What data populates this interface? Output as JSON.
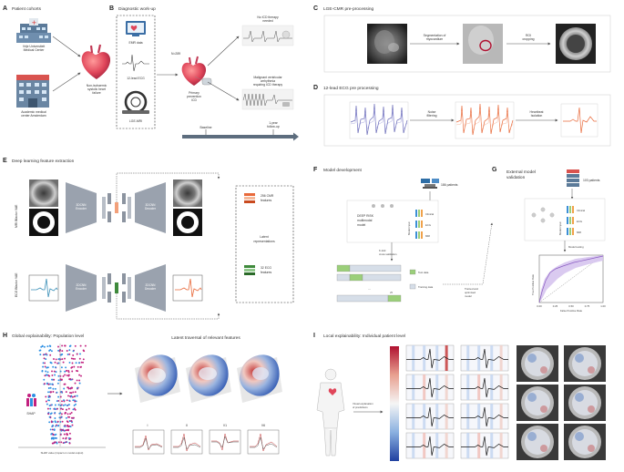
{
  "panels": {
    "A": {
      "letter": "A",
      "title": "Patient cohorts",
      "hospital1": [
        "Vrije Universiteit",
        "Medical Center"
      ],
      "hospital2": [
        "Academic medical",
        "center Amsterdam"
      ],
      "condition": [
        "Non-ischaemic",
        "systolic heart",
        "failure"
      ]
    },
    "B": {
      "letter": "B",
      "title": "Diagnostic work-up",
      "emr": "EMR data",
      "ecg": "12-lead ECG",
      "mri": "LGE-MRI",
      "n": "N=289",
      "icd": [
        "Primary",
        "prevention",
        "ICD"
      ],
      "no_therapy": [
        "No ICD therapy",
        "needed"
      ],
      "malignant": [
        "Malignant ventricular",
        "arrhythmia",
        "requiring ICD therapy"
      ],
      "baseline": "Baseline",
      "followup": [
        "1-year",
        "follow-up"
      ]
    },
    "C": {
      "letter": "C",
      "title": "LGE-CMR pre-processing",
      "step1": [
        "Segmentation of",
        "myocardium"
      ],
      "step2": [
        "ROI",
        "cropping"
      ]
    },
    "D": {
      "letter": "D",
      "title": "12-lead ECG pre processing",
      "step1": [
        "Noise",
        "filtering"
      ],
      "step2": [
        "Heartbeat",
        "Isolation"
      ]
    },
    "E": {
      "letter": "E",
      "title": "Deep learning feature extraction",
      "mri_vae": "MRI Bfactor VAE",
      "ecg_vae": "ECG Bfactor VAE",
      "enc3d": [
        "3DCNN",
        "Encoder"
      ],
      "dec3d": [
        "3DCNN",
        "Decoder"
      ],
      "enc2d": [
        "2DCNN",
        "Encoder"
      ],
      "dec2d": [
        "2DCNN",
        "Decoder"
      ],
      "cmr_feat": [
        "256 CMR",
        "features"
      ],
      "latent": [
        "Latent",
        "representations"
      ],
      "ecg_feat": [
        "32 ECG",
        "features"
      ]
    },
    "F": {
      "letter": "F",
      "title": "Model development",
      "patients": "186 patients",
      "model": [
        "DEEP RISK",
        "multimodal",
        "model"
      ],
      "model_input": "Model input",
      "clinical": "Clinical",
      "ecg": "ECG",
      "mri": "MRI",
      "kfold": [
        "K-fold",
        "cross-validation"
      ],
      "x5": "x5",
      "test": "Test data",
      "training": "Training data",
      "trained": [
        "Trained and",
        "optimised",
        "model"
      ]
    },
    "G": {
      "letter": "G",
      "title": [
        "External model",
        "validation"
      ],
      "patients": "103 patients",
      "model_input": "Model input",
      "clinical": "Clinical",
      "ecg": "ECG",
      "mri": "MRI",
      "testing": "Model testing",
      "xlabel": "False Positive Rate",
      "ylabel": "True Positive Rate",
      "ticks": [
        "0.00",
        "0.25",
        "0.50",
        "0.75",
        "1.00"
      ]
    },
    "H": {
      "letter": "H",
      "title": "Global explainability: Population level",
      "shap": "SHAP",
      "shap_axis": "SHAP value (impact on model output)",
      "latent_title": "Latent traversal of relevant features",
      "leads": [
        "I",
        "II",
        "V1",
        "V6"
      ]
    },
    "I": {
      "letter": "I",
      "title": "Local explainability: Individual patient level",
      "visual": [
        "Visual explanation",
        "of predictions"
      ]
    }
  },
  "colors": {
    "accent_orange": "#e8693a",
    "ecg_purple": "#6a6bb8",
    "latent_green": "#3f8a3c",
    "roc_purple": "#8a5cc2",
    "test_green": "#9bcf7a",
    "shap_magenta": "#c2207f",
    "shap_blue": "#2c8fe3",
    "timeline": "#5d6d7e"
  },
  "icons": [
    "hospital-icon",
    "heart-icon",
    "emr-icon",
    "ecg-icon",
    "mri-icon",
    "icd-icon",
    "database-icon"
  ]
}
